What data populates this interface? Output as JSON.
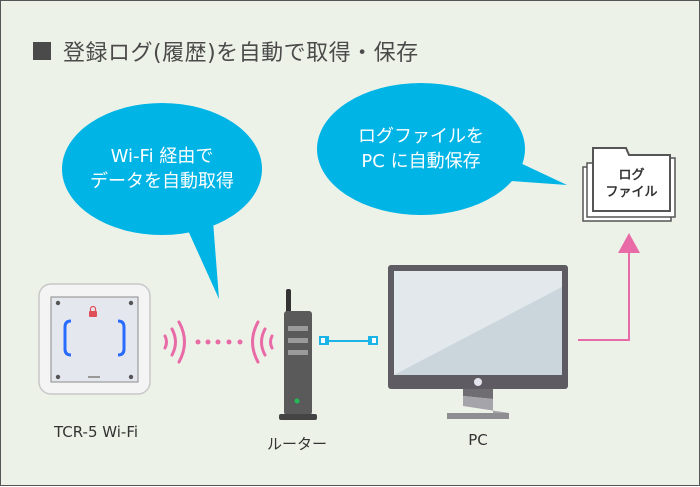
{
  "title": "登録ログ(履歴)を自動で取得・保存",
  "bubbles": {
    "left": {
      "line1": "Wi-Fi 経由で",
      "line2": "データを自動取得"
    },
    "right": {
      "line1": "ログファイルを",
      "line2": "PC に自動保存"
    }
  },
  "devices": {
    "reader": "TCR-5 Wi-Fi",
    "router": "ルーター",
    "pc": "PC"
  },
  "folder": {
    "line1": "ログ",
    "line2": "ファイル"
  },
  "colors": {
    "bubble": "#00b4e6",
    "wifi_signal": "#e86aa6",
    "arrow": "#e86aa6",
    "cable": "#1ab4e6",
    "led_reader": "#2a6bff",
    "led_router": "#22bb55",
    "lock": "#e0505a"
  }
}
